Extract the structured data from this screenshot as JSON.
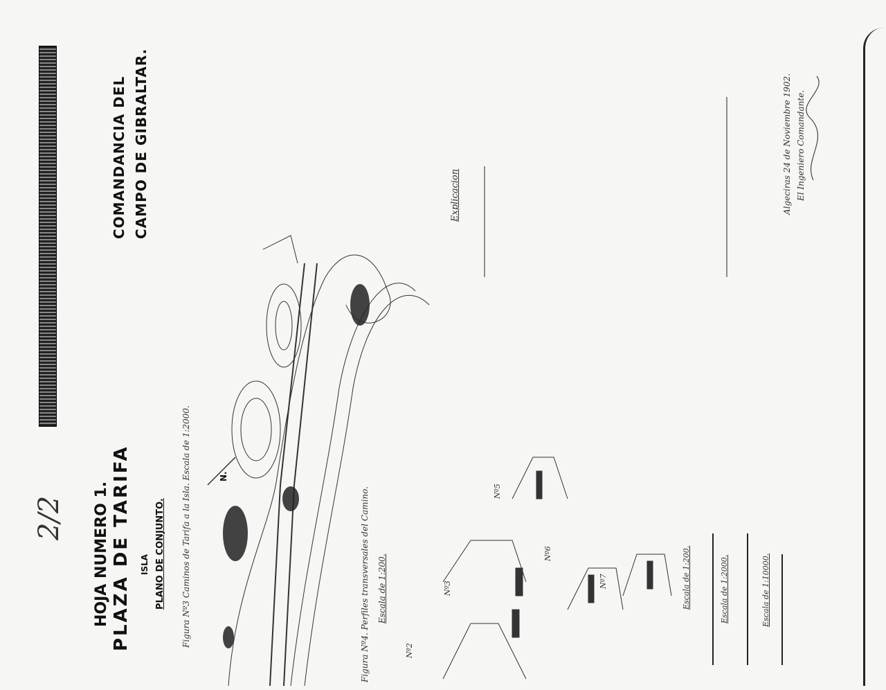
{
  "sheet_mark": "2/2",
  "header": {
    "line1": "COMANDANCIA DEL",
    "line2": "CAMPO DE GIBRALTAR."
  },
  "title_block": {
    "sheet": "HOJA NUMERO 1.",
    "place": "PLAZA DE TARIFA",
    "sub": "ISLA",
    "plan": "PLANO DE CONJUNTO."
  },
  "figures": {
    "fig3": "Figura Nº3 Caminos de Tarifa a la Isla. Escala de 1:2000.",
    "fig4": "Figura Nº4. Perfiles transversales del Camino.",
    "fig4_scale": "Escala de 1:200.",
    "north": "N."
  },
  "profiles": [
    "Nº2",
    "Nº3",
    "Nº5",
    "Nº6",
    "Nº7"
  ],
  "legend": {
    "heading": "Explicacion"
  },
  "scales": [
    "Escala de 1:200.",
    "Escala de 1:2000.",
    "Escala de 1:10000."
  ],
  "signature": {
    "place_date": "Algeciras 24 de Noviembre 1902.",
    "role": "El Ingeniero Comandante."
  }
}
